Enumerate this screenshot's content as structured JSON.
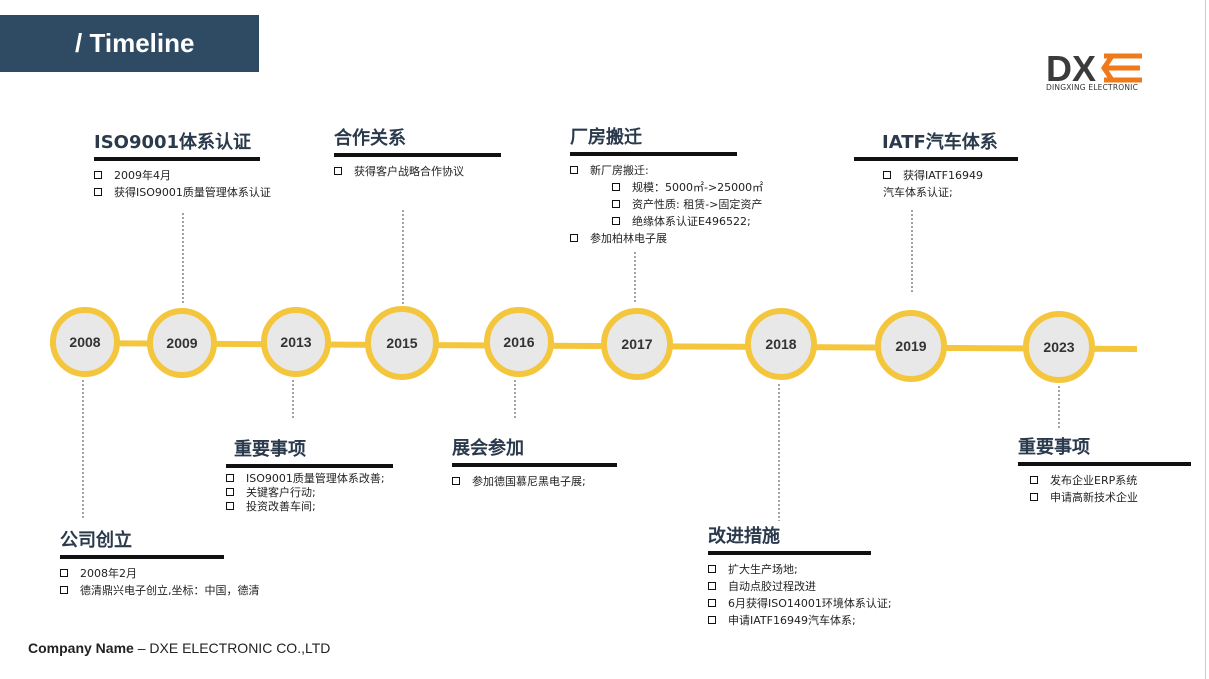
{
  "header": {
    "title": "/ Timeline"
  },
  "logo": {
    "letters": "DX",
    "subtitle": "DINGXING ELECTRONIC"
  },
  "colors": {
    "title_bar": "#2f4a63",
    "timeline": "#f4c63d",
    "circle_fill": "#e8e8e8",
    "logo_accent": "#f07a1a"
  },
  "years": [
    "2008",
    "2009",
    "2013",
    "2015",
    "2016",
    "2017",
    "2018",
    "2019",
    "2023"
  ],
  "sections": {
    "s2008": {
      "title": "公司创立",
      "items": [
        "2008年2月",
        "德清鼎兴电子创立,坐标：中国，德清"
      ]
    },
    "s2009": {
      "title": "ISO9001体系认证",
      "items": [
        "2009年4月",
        "获得ISO9001质量管理体系认证"
      ]
    },
    "s2013": {
      "title": "重要事项",
      "items": [
        "ISO9001质量管理体系改善;",
        "关键客户行动;",
        "投资改善车间;"
      ]
    },
    "s2015": {
      "title": "合作关系",
      "items": [
        "获得客户战略合作协议"
      ]
    },
    "s2016": {
      "title": "展会参加",
      "items": [
        "参加德国慕尼黑电子展;"
      ]
    },
    "s2017": {
      "title": "厂房搬迁",
      "item1": "新厂房搬迁:",
      "sub": [
        "规模：5000㎡->25000㎡",
        "资产性质: 租赁->固定资产",
        "绝缘体系认证E496522;"
      ],
      "item2": "参加柏林电子展"
    },
    "s2018": {
      "title": "改进措施",
      "items": [
        "扩大生产场地;",
        "自动点胶过程改进",
        "6月获得ISO14001环境体系认证;",
        "申请IATF16949汽车体系;"
      ]
    },
    "s2019": {
      "title": "IATF汽车体系",
      "line1": "获得IATF16949",
      "line2": "汽车体系认证;"
    },
    "s2023": {
      "title": "重要事项",
      "items": [
        "发布企业ERP系统",
        "申请高新技术企业"
      ]
    }
  },
  "footer": {
    "label": "Company Name",
    "separator": " – ",
    "company": "DXE ELECTRONIC CO.,LTD"
  }
}
